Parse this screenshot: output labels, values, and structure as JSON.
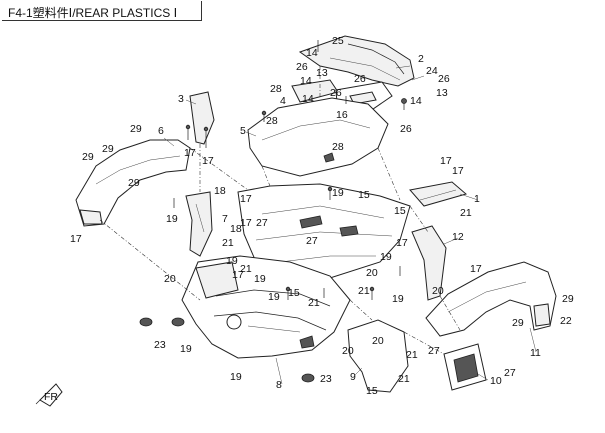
{
  "header": {
    "title": "F4-1塑料件Ⅰ/REAR PLASTICS Ⅰ"
  },
  "callouts": [
    {
      "id": "c-14a",
      "text": "14"
    },
    {
      "id": "c-25",
      "text": "25"
    },
    {
      "id": "c-26a",
      "text": "26"
    },
    {
      "id": "c-13a",
      "text": "13"
    },
    {
      "id": "c-14b",
      "text": "14"
    },
    {
      "id": "c-26b",
      "text": "26"
    },
    {
      "id": "c-2",
      "text": "2"
    },
    {
      "id": "c-24",
      "text": "24"
    },
    {
      "id": "c-26c",
      "text": "26"
    },
    {
      "id": "c-13b",
      "text": "13"
    },
    {
      "id": "c-14c",
      "text": "14"
    },
    {
      "id": "c-28a",
      "text": "28"
    },
    {
      "id": "c-4",
      "text": "4"
    },
    {
      "id": "c-14d",
      "text": "14"
    },
    {
      "id": "c-26d",
      "text": "26"
    },
    {
      "id": "c-3",
      "text": "3"
    },
    {
      "id": "c-16",
      "text": "16"
    },
    {
      "id": "c-28b",
      "text": "28"
    },
    {
      "id": "c-26e",
      "text": "26"
    },
    {
      "id": "c-5",
      "text": "5"
    },
    {
      "id": "c-29a",
      "text": "29"
    },
    {
      "id": "c-6",
      "text": "6"
    },
    {
      "id": "c-17a",
      "text": "17"
    },
    {
      "id": "c-17b",
      "text": "17"
    },
    {
      "id": "c-28c",
      "text": "28"
    },
    {
      "id": "c-29b",
      "text": "29"
    },
    {
      "id": "c-29c",
      "text": "29"
    },
    {
      "id": "c-29d",
      "text": "29"
    },
    {
      "id": "c-17c",
      "text": "17"
    },
    {
      "id": "c-18a",
      "text": "18"
    },
    {
      "id": "c-19a",
      "text": "19"
    },
    {
      "id": "c-15a",
      "text": "15"
    },
    {
      "id": "c-1",
      "text": "1"
    },
    {
      "id": "c-17d",
      "text": "17"
    },
    {
      "id": "c-21a",
      "text": "21"
    },
    {
      "id": "c-17e",
      "text": "17"
    },
    {
      "id": "c-19b",
      "text": "19"
    },
    {
      "id": "c-7",
      "text": "7"
    },
    {
      "id": "c-18b",
      "text": "18"
    },
    {
      "id": "c-17f",
      "text": "17"
    },
    {
      "id": "c-27a",
      "text": "27"
    },
    {
      "id": "c-15b",
      "text": "15"
    },
    {
      "id": "c-21b",
      "text": "21"
    },
    {
      "id": "c-27b",
      "text": "27"
    },
    {
      "id": "c-17g",
      "text": "17"
    },
    {
      "id": "c-12",
      "text": "12"
    },
    {
      "id": "c-19c",
      "text": "19"
    },
    {
      "id": "c-21c",
      "text": "21"
    },
    {
      "id": "c-19d",
      "text": "19"
    },
    {
      "id": "c-19e",
      "text": "19"
    },
    {
      "id": "c-20a",
      "text": "20"
    },
    {
      "id": "c-17h",
      "text": "17"
    },
    {
      "id": "c-20b",
      "text": "20"
    },
    {
      "id": "c-17i",
      "text": "17"
    },
    {
      "id": "c-19f",
      "text": "19"
    },
    {
      "id": "c-15c",
      "text": "15"
    },
    {
      "id": "c-21d",
      "text": "21"
    },
    {
      "id": "c-21e",
      "text": "21"
    },
    {
      "id": "c-19g",
      "text": "19"
    },
    {
      "id": "c-20c",
      "text": "20"
    },
    {
      "id": "c-29e",
      "text": "29"
    },
    {
      "id": "c-29f",
      "text": "29"
    },
    {
      "id": "c-23a",
      "text": "23"
    },
    {
      "id": "c-19h",
      "text": "19"
    },
    {
      "id": "c-22",
      "text": "22"
    },
    {
      "id": "c-20d",
      "text": "20"
    },
    {
      "id": "c-11",
      "text": "11"
    },
    {
      "id": "c-27c",
      "text": "27"
    },
    {
      "id": "c-19i",
      "text": "19"
    },
    {
      "id": "c-8",
      "text": "8"
    },
    {
      "id": "c-23b",
      "text": "23"
    },
    {
      "id": "c-9",
      "text": "9"
    },
    {
      "id": "c-21f",
      "text": "21"
    },
    {
      "id": "c-10",
      "text": "10"
    },
    {
      "id": "c-27d",
      "text": "27"
    },
    {
      "id": "c-15d",
      "text": "15"
    },
    {
      "id": "c-21g",
      "text": "21"
    },
    {
      "id": "c-20e",
      "text": "20"
    },
    {
      "id": "c-17j",
      "text": "17"
    }
  ],
  "fr_marker": "FR"
}
